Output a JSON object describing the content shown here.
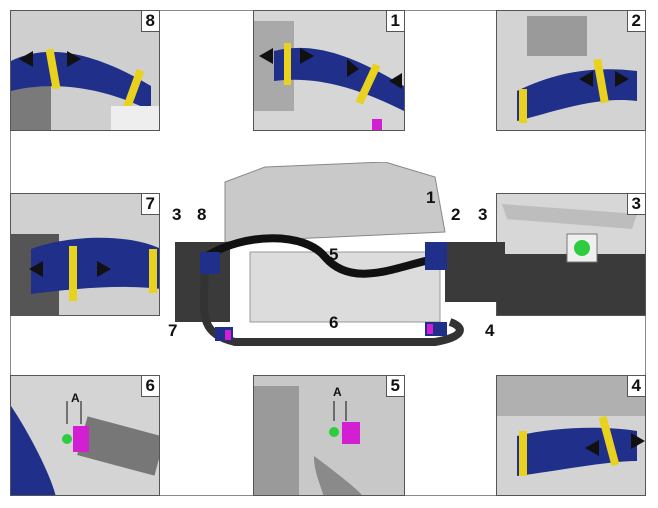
{
  "panels": {
    "p8": "8",
    "p1": "1",
    "p2": "2",
    "p7": "7",
    "p3": "3",
    "p6": "6",
    "p5": "5",
    "p4": "4"
  },
  "dimension_label": "A",
  "callouts": {
    "c1": "1",
    "c2": "2",
    "c3_left": "3",
    "c3_right": "3",
    "c4": "4",
    "c5": "5",
    "c6": "6",
    "c7": "7",
    "c8": "8"
  },
  "colors": {
    "hose": "#1f2f8a",
    "clamp": "#e8d21d",
    "clip": "#d21fd2",
    "marker": "#2ecc40",
    "radiator": "#3a3a3a",
    "engine": "#c9c9c9"
  }
}
